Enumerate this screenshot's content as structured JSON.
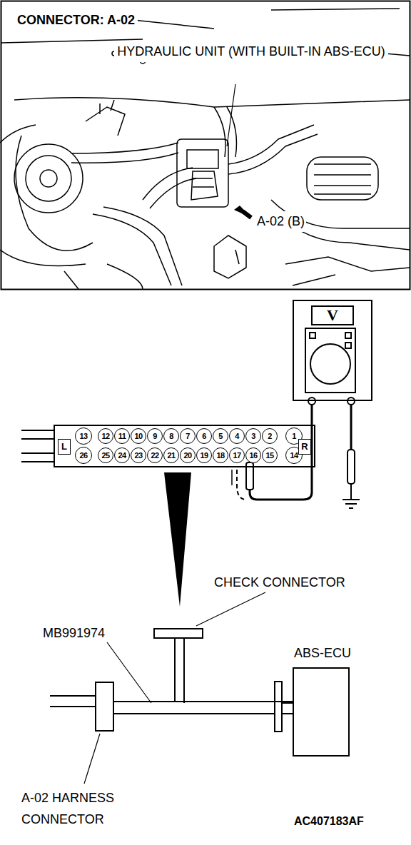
{
  "diagram": {
    "title": "CONNECTOR: A-02",
    "nodes": [
      {
        "text": [
          "V"
        ]
      },
      {
        "text": [
          "L",
          "R"
        ]
      },
      {
        "text": [
          "13"
        ],
        "in": 1
      },
      {
        "text": [
          "12"
        ],
        "in": 1
      },
      {
        "text": [
          "11"
        ],
        "in": 1
      },
      {
        "text": [
          "10"
        ],
        "in": 1
      },
      {
        "text": [
          "9"
        ],
        "in": 1
      },
      {
        "text": [
          "8"
        ],
        "in": 1
      },
      {
        "text": [
          "7"
        ],
        "in": 1
      },
      {
        "text": [
          "6"
        ],
        "in": 1
      },
      {
        "text": [
          "5"
        ],
        "in": 1
      },
      {
        "text": [
          "4"
        ],
        "in": 1
      },
      {
        "text": [
          "3"
        ],
        "in": 1
      },
      {
        "text": [
          "2"
        ],
        "in": 1
      },
      {
        "text": [
          "1"
        ],
        "in": 1
      },
      {
        "text": [
          "26"
        ],
        "in": 1
      },
      {
        "text": [
          "25"
        ],
        "in": 1
      },
      {
        "text": [
          "24"
        ],
        "in": 1
      },
      {
        "text": [
          "23"
        ],
        "in": 1
      },
      {
        "text": [
          "22"
        ],
        "in": 1
      },
      {
        "text": [
          "21"
        ],
        "in": 1
      },
      {
        "text": [
          "20"
        ],
        "in": 1
      },
      {
        "text": [
          "19"
        ],
        "in": 1
      },
      {
        "text": [
          "18"
        ],
        "in": 1
      },
      {
        "text": [
          "17"
        ],
        "in": 1
      },
      {
        "text": [
          "16"
        ],
        "in": 1
      },
      {
        "text": [
          "15"
        ],
        "in": 1
      },
      {
        "text": [
          "14"
        ],
        "in": 1
      },
      {
        "text": [
          "CHECK CONNECTOR"
        ]
      },
      {
        "text": [
          "A-02 HARNESS CONNECTOR"
        ]
      },
      {
        "text": [
          "ABS-ECU"
        ]
      }
    ],
    "edges": [
      {
        "from": 28,
        "to": 29,
        "arrow": "none"
      },
      {
        "from": 28,
        "to": 30,
        "arrow": "none"
      },
      {
        "from": 29,
        "to": 30,
        "arrow": "none"
      }
    ],
    "labels": [
      "HYDRAULIC UNIT (WITH BUILT-IN ABS-ECU)",
      "A-02 (B)",
      "MB991974",
      "AC407183AF"
    ]
  }
}
